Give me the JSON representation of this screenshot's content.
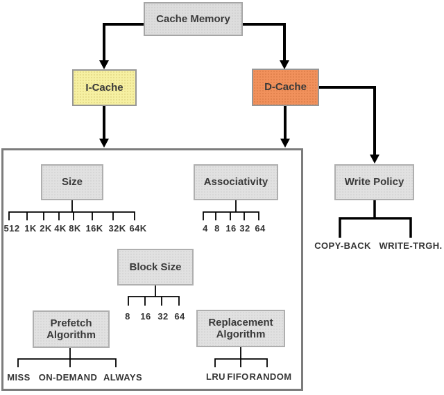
{
  "diagram_title": "Cache Memory",
  "nodes": {
    "cache_memory": {
      "label": "Cache Memory"
    },
    "i_cache": {
      "label": "I-Cache"
    },
    "d_cache": {
      "label": "D-Cache"
    },
    "size": {
      "label": "Size",
      "options": [
        "512",
        "1K",
        "2K",
        "4K",
        "8K",
        "16K",
        "32K",
        "64K"
      ]
    },
    "associativity": {
      "label": "Associativity",
      "options": [
        "4",
        "8",
        "16",
        "32",
        "64"
      ]
    },
    "block_size": {
      "label": "Block Size",
      "options": [
        "8",
        "16",
        "32",
        "64"
      ]
    },
    "prefetch_algorithm": {
      "label": "Prefetch Algorithm",
      "options": [
        "MISS",
        "ON-DEMAND",
        "ALWAYS"
      ]
    },
    "replacement_algorithm": {
      "label": "Replacement Algorithm",
      "options": [
        "LRU",
        "FIFO",
        "RANDOM"
      ]
    },
    "write_policy": {
      "label": "Write Policy",
      "options": [
        "COPY-BACK",
        "WRITE-TRGH."
      ]
    }
  },
  "colors": {
    "i_cache_fill": "#f6f0a2",
    "d_cache_fill": "#f1915c",
    "plain_box_fill": "#e1e1e1",
    "root_box_fill": "#dddddd",
    "box_border": "#afafaf",
    "frame_border": "#7c7c7c",
    "connector": "#000000",
    "text": "#3a3a3a"
  }
}
